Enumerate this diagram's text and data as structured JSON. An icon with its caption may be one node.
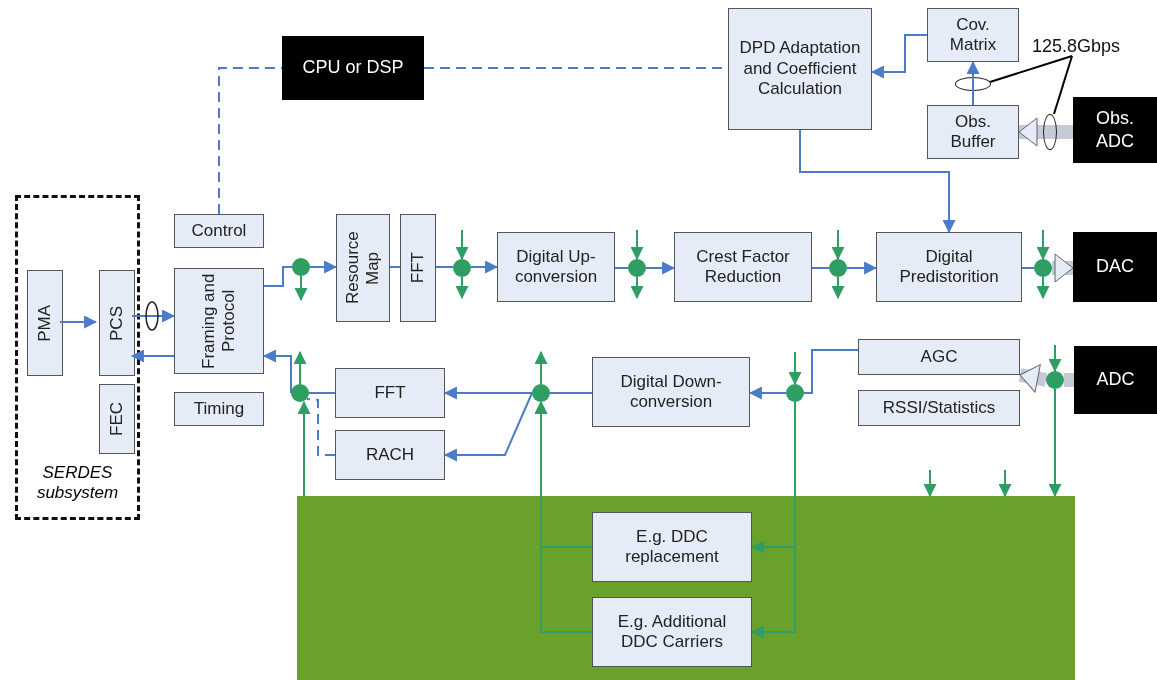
{
  "diagram": {
    "nodes": [
      {
        "text": [
          "SERDES subsystem"
        ]
      },
      {
        "text": [
          "PMA"
        ],
        "in": 0
      },
      {
        "text": [
          "PCS"
        ],
        "in": 0
      },
      {
        "text": [
          "FEC"
        ],
        "in": 0
      },
      {
        "text": [
          "CPU or DSP"
        ]
      },
      {
        "text": [
          "Control"
        ]
      },
      {
        "text": [
          "Framing and Protocol"
        ]
      },
      {
        "text": [
          "Timing"
        ]
      },
      {
        "text": [],
        "shape": "circle"
      },
      {
        "text": [
          "Resource Map"
        ]
      },
      {
        "text": [
          "FFT"
        ]
      },
      {
        "text": [],
        "shape": "circle"
      },
      {
        "text": [
          "Digital Up-conversion"
        ]
      },
      {
        "text": [],
        "shape": "circle"
      },
      {
        "text": [
          "Crest Factor Reduction"
        ]
      },
      {
        "text": [],
        "shape": "circle"
      },
      {
        "text": [
          "DPD Adaptation and Coefficient Calculation"
        ]
      },
      {
        "text": [
          "Cov. Matrix"
        ]
      },
      {
        "text": [
          "Obs. Buffer"
        ]
      },
      {
        "text": [
          "Obs. ADC"
        ]
      },
      {
        "text": [
          "Digital Predistorition"
        ]
      },
      {
        "text": [],
        "shape": "circle"
      },
      {
        "text": [
          "DAC"
        ]
      },
      {
        "text": [
          "AGC"
        ]
      },
      {
        "text": [
          "RSSI/Statistics"
        ]
      },
      {
        "text": [
          "ADC"
        ]
      },
      {
        "text": [],
        "shape": "circle"
      },
      {
        "text": [],
        "shape": "circle"
      },
      {
        "text": [
          "Digital Down-conversion"
        ]
      },
      {
        "text": [],
        "shape": "circle"
      },
      {
        "text": [
          "FFT"
        ]
      },
      {
        "text": [
          "RACH"
        ]
      },
      {
        "text": [],
        "shape": "circle"
      },
      {
        "text": [],
        "shape": "box"
      },
      {
        "text": [
          "E.g. DDC replacement"
        ],
        "in": 33
      },
      {
        "text": [
          "E.g. Additional DDC Carriers"
        ],
        "in": 33
      },
      {
        "text": [
          "125.8Gbps"
        ]
      },
      {
        "text": [],
        "shape": "ellipse"
      },
      {
        "text": [],
        "shape": "ellipse"
      }
    ],
    "edges": [
      {
        "from": 1,
        "to": 2,
        "arrow": "to"
      },
      {
        "from": 2,
        "to": 6,
        "arrow": "to"
      },
      {
        "from": 6,
        "to": 2,
        "arrow": "to"
      },
      {
        "from": 5,
        "to": 4,
        "arrow": "none",
        "style": "dashed"
      },
      {
        "from": 4,
        "to": 16,
        "arrow": "none",
        "style": "dashed"
      },
      {
        "from": 6,
        "to": 8,
        "arrow": "none"
      },
      {
        "from": 8,
        "to": 9,
        "arrow": "to"
      },
      {
        "from": 9,
        "to": 10,
        "arrow": "none"
      },
      {
        "from": 10,
        "to": 11,
        "arrow": "none"
      },
      {
        "from": 11,
        "to": 12,
        "arrow": "to"
      },
      {
        "from": 12,
        "to": 13,
        "arrow": "none"
      },
      {
        "from": 13,
        "to": 14,
        "arrow": "to"
      },
      {
        "from": 14,
        "to": 15,
        "arrow": "none"
      },
      {
        "from": 15,
        "to": 20,
        "arrow": "to"
      },
      {
        "from": 16,
        "to": 20,
        "arrow": "to"
      },
      {
        "from": 17,
        "to": 16,
        "arrow": "to"
      },
      {
        "from": 18,
        "to": 17,
        "arrow": "to"
      },
      {
        "from": 19,
        "to": 18,
        "arrow": "to",
        "style": "thick"
      },
      {
        "from": 20,
        "to": 21,
        "arrow": "none"
      },
      {
        "from": 21,
        "to": 22,
        "arrow": "to",
        "style": "thick"
      },
      {
        "from": 25,
        "to": 26,
        "arrow": "none",
        "style": "thick"
      },
      {
        "from": 23,
        "to": 27,
        "arrow": "none"
      },
      {
        "from": 27,
        "to": 28,
        "arrow": "to"
      },
      {
        "from": 28,
        "to": 29,
        "arrow": "none"
      },
      {
        "from": 29,
        "to": 30,
        "arrow": "to"
      },
      {
        "from": 29,
        "to": 31,
        "arrow": "to"
      },
      {
        "from": 30,
        "to": 32,
        "arrow": "none"
      },
      {
        "from": 31,
        "to": 32,
        "arrow": "none",
        "style": "dashed"
      },
      {
        "from": 32,
        "to": 6,
        "arrow": "to"
      },
      {
        "from": 8,
        "to": null,
        "arrow": "to",
        "color": "#2e9e62"
      },
      {
        "from": null,
        "to": 11,
        "arrow": "to",
        "color": "#2e9e62"
      },
      {
        "from": 11,
        "to": null,
        "arrow": "to",
        "color": "#2e9e62"
      },
      {
        "from": null,
        "to": 13,
        "arrow": "to",
        "color": "#2e9e62"
      },
      {
        "from": 13,
        "to": null,
        "arrow": "to",
        "color": "#2e9e62"
      },
      {
        "from": null,
        "to": 15,
        "arrow": "to",
        "color": "#2e9e62"
      },
      {
        "from": 15,
        "to": null,
        "arrow": "to",
        "color": "#2e9e62"
      },
      {
        "from": null,
        "to": 21,
        "arrow": "to",
        "color": "#2e9e62"
      },
      {
        "from": 21,
        "to": null,
        "arrow": "to",
        "color": "#2e9e62"
      },
      {
        "from": null,
        "to": 26,
        "arrow": "to",
        "color": "#2e9e62"
      },
      {
        "from": 26,
        "to": 33,
        "arrow": "to",
        "color": "#2e9e62"
      },
      {
        "from": null,
        "to": 33,
        "arrow": "to",
        "color": "#2e9e62"
      },
      {
        "from": null,
        "to": 33,
        "arrow": "to",
        "color": "#2e9e62"
      },
      {
        "from": null,
        "to": 27,
        "arrow": "to",
        "color": "#2e9e62"
      },
      {
        "from": 27,
        "to": 34,
        "arrow": "to",
        "color": "#2e9e62"
      },
      {
        "from": 27,
        "to": 35,
        "arrow": "to",
        "color": "#2e9e62"
      },
      {
        "from": 34,
        "to": 29,
        "arrow": "to",
        "color": "#2e9e62"
      },
      {
        "from": 35,
        "to": 29,
        "arrow": "to",
        "color": "#2e9e62"
      },
      {
        "from": 29,
        "to": null,
        "arrow": "to",
        "color": "#2e9e62"
      },
      {
        "from": 33,
        "to": 32,
        "arrow": "to",
        "color": "#2e9e62"
      },
      {
        "from": 32,
        "to": null,
        "arrow": "to",
        "color": "#2e9e62"
      },
      {
        "from": 36,
        "to": 37,
        "arrow": "none",
        "color": "#000000"
      },
      {
        "from": 36,
        "to": 38,
        "arrow": "none",
        "color": "#000000"
      },
      {
        "from": 26,
        "to": 23,
        "arrow": "to",
        "style": "thick"
      }
    ]
  }
}
